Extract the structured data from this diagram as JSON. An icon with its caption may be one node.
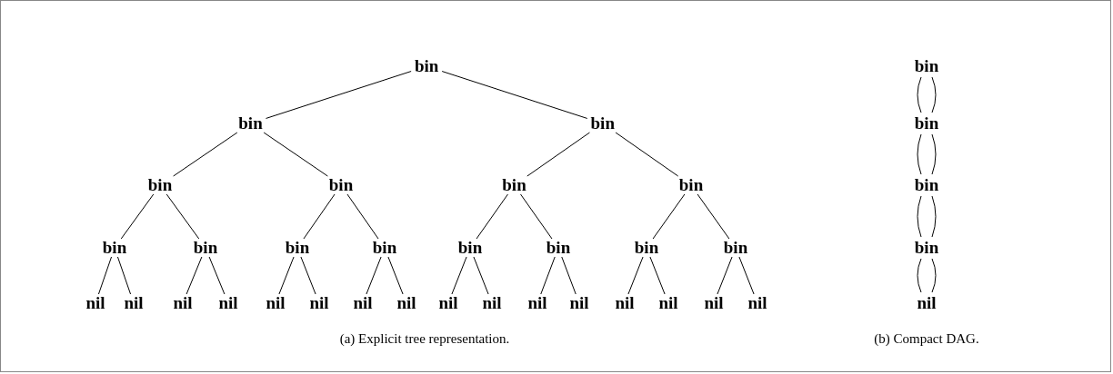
{
  "diagram": {
    "nodes": [
      {
        "text": [
          "bin"
        ]
      },
      {
        "text": [
          "bin"
        ]
      },
      {
        "text": [
          "bin"
        ]
      },
      {
        "text": [
          "bin"
        ]
      },
      {
        "text": [
          "bin"
        ]
      },
      {
        "text": [
          "bin"
        ]
      },
      {
        "text": [
          "bin"
        ]
      },
      {
        "text": [
          "bin"
        ]
      },
      {
        "text": [
          "bin"
        ]
      },
      {
        "text": [
          "bin"
        ]
      },
      {
        "text": [
          "bin"
        ]
      },
      {
        "text": [
          "bin"
        ]
      },
      {
        "text": [
          "bin"
        ]
      },
      {
        "text": [
          "bin"
        ]
      },
      {
        "text": [
          "bin"
        ]
      },
      {
        "text": [
          "nil"
        ]
      },
      {
        "text": [
          "nil"
        ]
      },
      {
        "text": [
          "nil"
        ]
      },
      {
        "text": [
          "nil"
        ]
      },
      {
        "text": [
          "nil"
        ]
      },
      {
        "text": [
          "nil"
        ]
      },
      {
        "text": [
          "nil"
        ]
      },
      {
        "text": [
          "nil"
        ]
      },
      {
        "text": [
          "nil"
        ]
      },
      {
        "text": [
          "nil"
        ]
      },
      {
        "text": [
          "nil"
        ]
      },
      {
        "text": [
          "nil"
        ]
      },
      {
        "text": [
          "nil"
        ]
      },
      {
        "text": [
          "nil"
        ]
      },
      {
        "text": [
          "nil"
        ]
      },
      {
        "text": [
          "nil"
        ]
      },
      {
        "text": [
          "bin"
        ]
      },
      {
        "text": [
          "bin"
        ]
      },
      {
        "text": [
          "bin"
        ]
      },
      {
        "text": [
          "bin"
        ]
      },
      {
        "text": [
          "nil"
        ]
      }
    ],
    "edges": [
      {
        "from": 0,
        "to": 1,
        "arrow": "none"
      },
      {
        "from": 0,
        "to": 2,
        "arrow": "none"
      },
      {
        "from": 1,
        "to": 3,
        "arrow": "none"
      },
      {
        "from": 1,
        "to": 4,
        "arrow": "none"
      },
      {
        "from": 2,
        "to": 5,
        "arrow": "none"
      },
      {
        "from": 2,
        "to": 6,
        "arrow": "none"
      },
      {
        "from": 3,
        "to": 7,
        "arrow": "none"
      },
      {
        "from": 3,
        "to": 8,
        "arrow": "none"
      },
      {
        "from": 4,
        "to": 9,
        "arrow": "none"
      },
      {
        "from": 4,
        "to": 10,
        "arrow": "none"
      },
      {
        "from": 5,
        "to": 11,
        "arrow": "none"
      },
      {
        "from": 5,
        "to": 12,
        "arrow": "none"
      },
      {
        "from": 6,
        "to": 13,
        "arrow": "none"
      },
      {
        "from": 6,
        "to": 14,
        "arrow": "none"
      },
      {
        "from": 7,
        "to": 15,
        "arrow": "none"
      },
      {
        "from": 7,
        "to": 16,
        "arrow": "none"
      },
      {
        "from": 8,
        "to": 17,
        "arrow": "none"
      },
      {
        "from": 8,
        "to": 18,
        "arrow": "none"
      },
      {
        "from": 9,
        "to": 19,
        "arrow": "none"
      },
      {
        "from": 9,
        "to": 20,
        "arrow": "none"
      },
      {
        "from": 10,
        "to": 21,
        "arrow": "none"
      },
      {
        "from": 10,
        "to": 22,
        "arrow": "none"
      },
      {
        "from": 11,
        "to": 23,
        "arrow": "none"
      },
      {
        "from": 11,
        "to": 24,
        "arrow": "none"
      },
      {
        "from": 12,
        "to": 25,
        "arrow": "none"
      },
      {
        "from": 12,
        "to": 26,
        "arrow": "none"
      },
      {
        "from": 13,
        "to": 27,
        "arrow": "none"
      },
      {
        "from": 13,
        "to": 28,
        "arrow": "none"
      },
      {
        "from": 14,
        "to": 29,
        "arrow": "none"
      },
      {
        "from": 14,
        "to": 30,
        "arrow": "none"
      },
      {
        "from": 31,
        "to": 32,
        "arrow": "none"
      },
      {
        "from": 31,
        "to": 32,
        "arrow": "none"
      },
      {
        "from": 32,
        "to": 33,
        "arrow": "none"
      },
      {
        "from": 32,
        "to": 33,
        "arrow": "none"
      },
      {
        "from": 33,
        "to": 34,
        "arrow": "none"
      },
      {
        "from": 33,
        "to": 34,
        "arrow": "none"
      },
      {
        "from": 34,
        "to": 35,
        "arrow": "none"
      },
      {
        "from": 34,
        "to": 35,
        "arrow": "none"
      }
    ],
    "labels": [
      "(a) Explicit tree representation.",
      "(b) Compact DAG."
    ]
  }
}
